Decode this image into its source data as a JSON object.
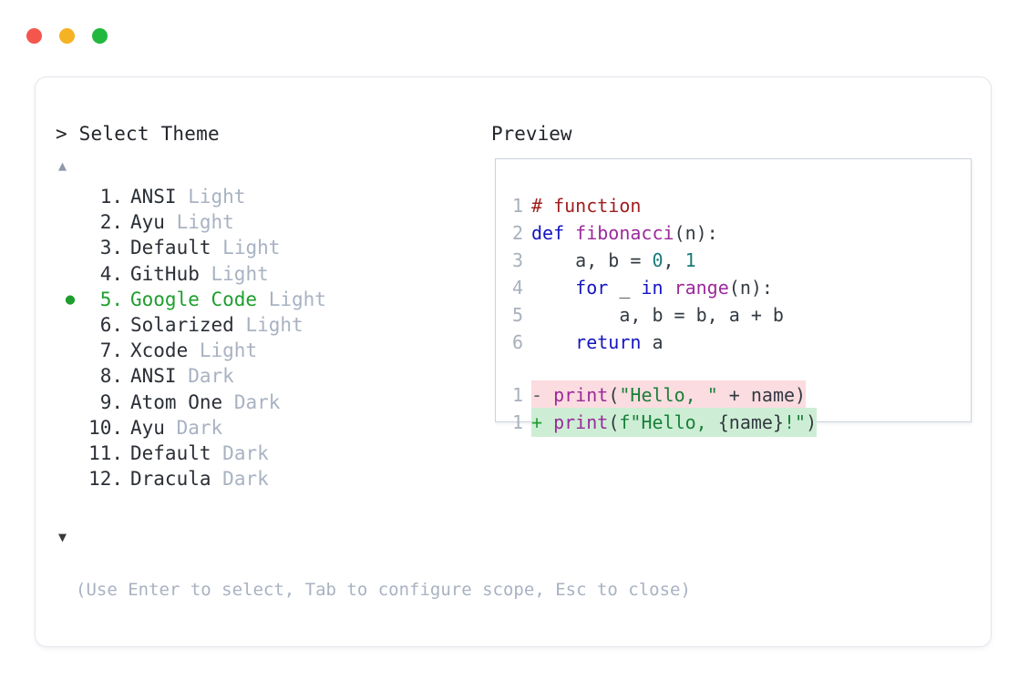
{
  "window": {
    "controls": [
      {
        "name": "close",
        "color": "#f4564e"
      },
      {
        "name": "minimize",
        "color": "#f5b324"
      },
      {
        "name": "maximize",
        "color": "#22b83e"
      }
    ]
  },
  "picker": {
    "prompt": "> Select Theme",
    "scroll_up_icon": "▲",
    "scroll_down_icon": "▼",
    "selected_index": 5,
    "selected_bullet": "●",
    "items": [
      {
        "index": "1.",
        "name": "ANSI",
        "variant": "Light",
        "selected": false
      },
      {
        "index": "2.",
        "name": "Ayu",
        "variant": "Light",
        "selected": false
      },
      {
        "index": "3.",
        "name": "Default",
        "variant": "Light",
        "selected": false
      },
      {
        "index": "4.",
        "name": "GitHub",
        "variant": "Light",
        "selected": false
      },
      {
        "index": "5.",
        "name": "Google Code",
        "variant": "Light",
        "selected": true
      },
      {
        "index": "6.",
        "name": "Solarized",
        "variant": "Light",
        "selected": false
      },
      {
        "index": "7.",
        "name": "Xcode",
        "variant": "Light",
        "selected": false
      },
      {
        "index": "8.",
        "name": "ANSI",
        "variant": "Dark",
        "selected": false
      },
      {
        "index": "9.",
        "name": "Atom One",
        "variant": "Dark",
        "selected": false
      },
      {
        "index": "10.",
        "name": "Ayu",
        "variant": "Dark",
        "selected": false
      },
      {
        "index": "11.",
        "name": "Default",
        "variant": "Dark",
        "selected": false
      },
      {
        "index": "12.",
        "name": "Dracula",
        "variant": "Dark",
        "selected": false
      }
    ],
    "footer_hint": "(Use Enter to select, Tab to configure scope, Esc to close)"
  },
  "preview": {
    "label": "Preview",
    "code_lines": [
      {
        "n": "1",
        "tokens": [
          {
            "t": "comment",
            "s": "# function"
          }
        ]
      },
      {
        "n": "2",
        "tokens": [
          {
            "t": "kw",
            "s": "def"
          },
          {
            "t": "plain",
            "s": " "
          },
          {
            "t": "fn",
            "s": "fibonacci"
          },
          {
            "t": "punct",
            "s": "(n):"
          }
        ]
      },
      {
        "n": "3",
        "tokens": [
          {
            "t": "plain",
            "s": "    a, b = "
          },
          {
            "t": "num",
            "s": "0"
          },
          {
            "t": "plain",
            "s": ", "
          },
          {
            "t": "num",
            "s": "1"
          }
        ]
      },
      {
        "n": "4",
        "tokens": [
          {
            "t": "plain",
            "s": "    "
          },
          {
            "t": "kw",
            "s": "for"
          },
          {
            "t": "plain",
            "s": " _ "
          },
          {
            "t": "kw",
            "s": "in"
          },
          {
            "t": "plain",
            "s": " "
          },
          {
            "t": "fn",
            "s": "range"
          },
          {
            "t": "punct",
            "s": "(n):"
          }
        ]
      },
      {
        "n": "5",
        "tokens": [
          {
            "t": "plain",
            "s": "        a, b = b, a + b"
          }
        ]
      },
      {
        "n": "6",
        "tokens": [
          {
            "t": "plain",
            "s": "    "
          },
          {
            "t": "kw",
            "s": "return"
          },
          {
            "t": "plain",
            "s": " a"
          }
        ]
      }
    ],
    "diff_lines": [
      {
        "n": "1",
        "kind": "del",
        "sign": "-",
        "tokens": [
          {
            "t": "fn",
            "s": "print"
          },
          {
            "t": "punct",
            "s": "("
          },
          {
            "t": "str",
            "s": "\"Hello, \""
          },
          {
            "t": "plain",
            "s": " + name"
          },
          {
            "t": "punct",
            "s": ")"
          }
        ]
      },
      {
        "n": "1",
        "kind": "add",
        "sign": "+",
        "tokens": [
          {
            "t": "fn",
            "s": "print"
          },
          {
            "t": "punct",
            "s": "("
          },
          {
            "t": "str",
            "s": "f\"Hello, "
          },
          {
            "t": "punct",
            "s": "{"
          },
          {
            "t": "plain",
            "s": "name"
          },
          {
            "t": "punct",
            "s": "}"
          },
          {
            "t": "str",
            "s": "!\""
          },
          {
            "t": "punct",
            "s": ")"
          }
        ]
      }
    ]
  },
  "colors": {
    "accent_green": "#1e9e2e",
    "muted": "#a8b2c2",
    "diff_add_bg": "#cdeed5",
    "diff_del_bg": "#fbdce0",
    "card_border": "#e3e6ec",
    "preview_border": "#ccd3de"
  }
}
